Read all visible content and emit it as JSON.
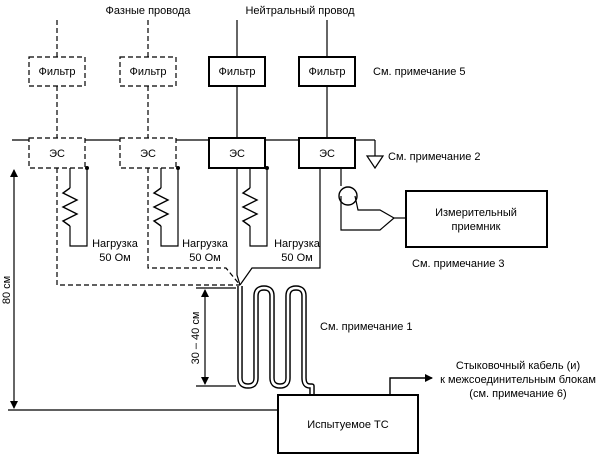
{
  "labels": {
    "phase_wires": "Фазные провода",
    "neutral_wire": "Нейтральный провод",
    "filter": "Фильтр",
    "es": "ЭС",
    "load_line1": "Нагрузка",
    "load_line2": "50 Ом",
    "receiver_line1": "Измерительный",
    "receiver_line2": "приемник",
    "note5": "См. примечание 5",
    "note2": "См. примечание 2",
    "note3": "См. примечание 3",
    "note1": "См. примечание 1",
    "dim_80": "80 см",
    "dim_30_40": "30 – 40 см",
    "connector_line1": "Стыковочный кабель (и)",
    "connector_line2": "к межсоединительным блокам",
    "connector_line3": "(см. примечание 6)",
    "eut": "Испытуемое ТС"
  }
}
